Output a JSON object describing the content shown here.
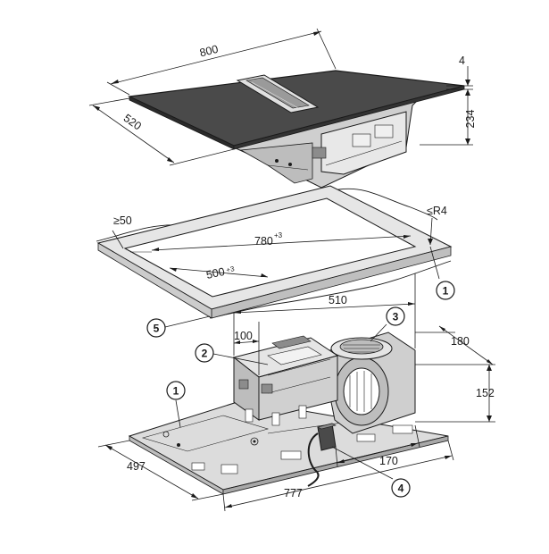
{
  "colors": {
    "line": "#1a1a1a",
    "glass": "#4a4a4a",
    "metal_light": "#d9d9d9",
    "metal_mid": "#bdbdbd",
    "metal_dark": "#8c8c8c",
    "frame_fill": "#e6e6e6",
    "board": "#dcdcdc"
  },
  "top_unit": {
    "dims": {
      "width": "800",
      "depth": "520",
      "glass_thickness": "4",
      "height": "234"
    }
  },
  "cutout": {
    "dims": {
      "min_edge": "≥50",
      "radius": "≤R4",
      "length": "780",
      "length_tol": "+3",
      "width": "500",
      "width_tol": "+3"
    }
  },
  "lower_unit": {
    "dims": {
      "total_width": "510",
      "offset": "100",
      "depth": "180",
      "height": "152",
      "board_width": "497",
      "length": "777",
      "span": "170"
    }
  },
  "callouts": {
    "c1a": "1",
    "c1b": "1",
    "c2": "2",
    "c3": "3",
    "c4": "4",
    "c5": "5"
  }
}
